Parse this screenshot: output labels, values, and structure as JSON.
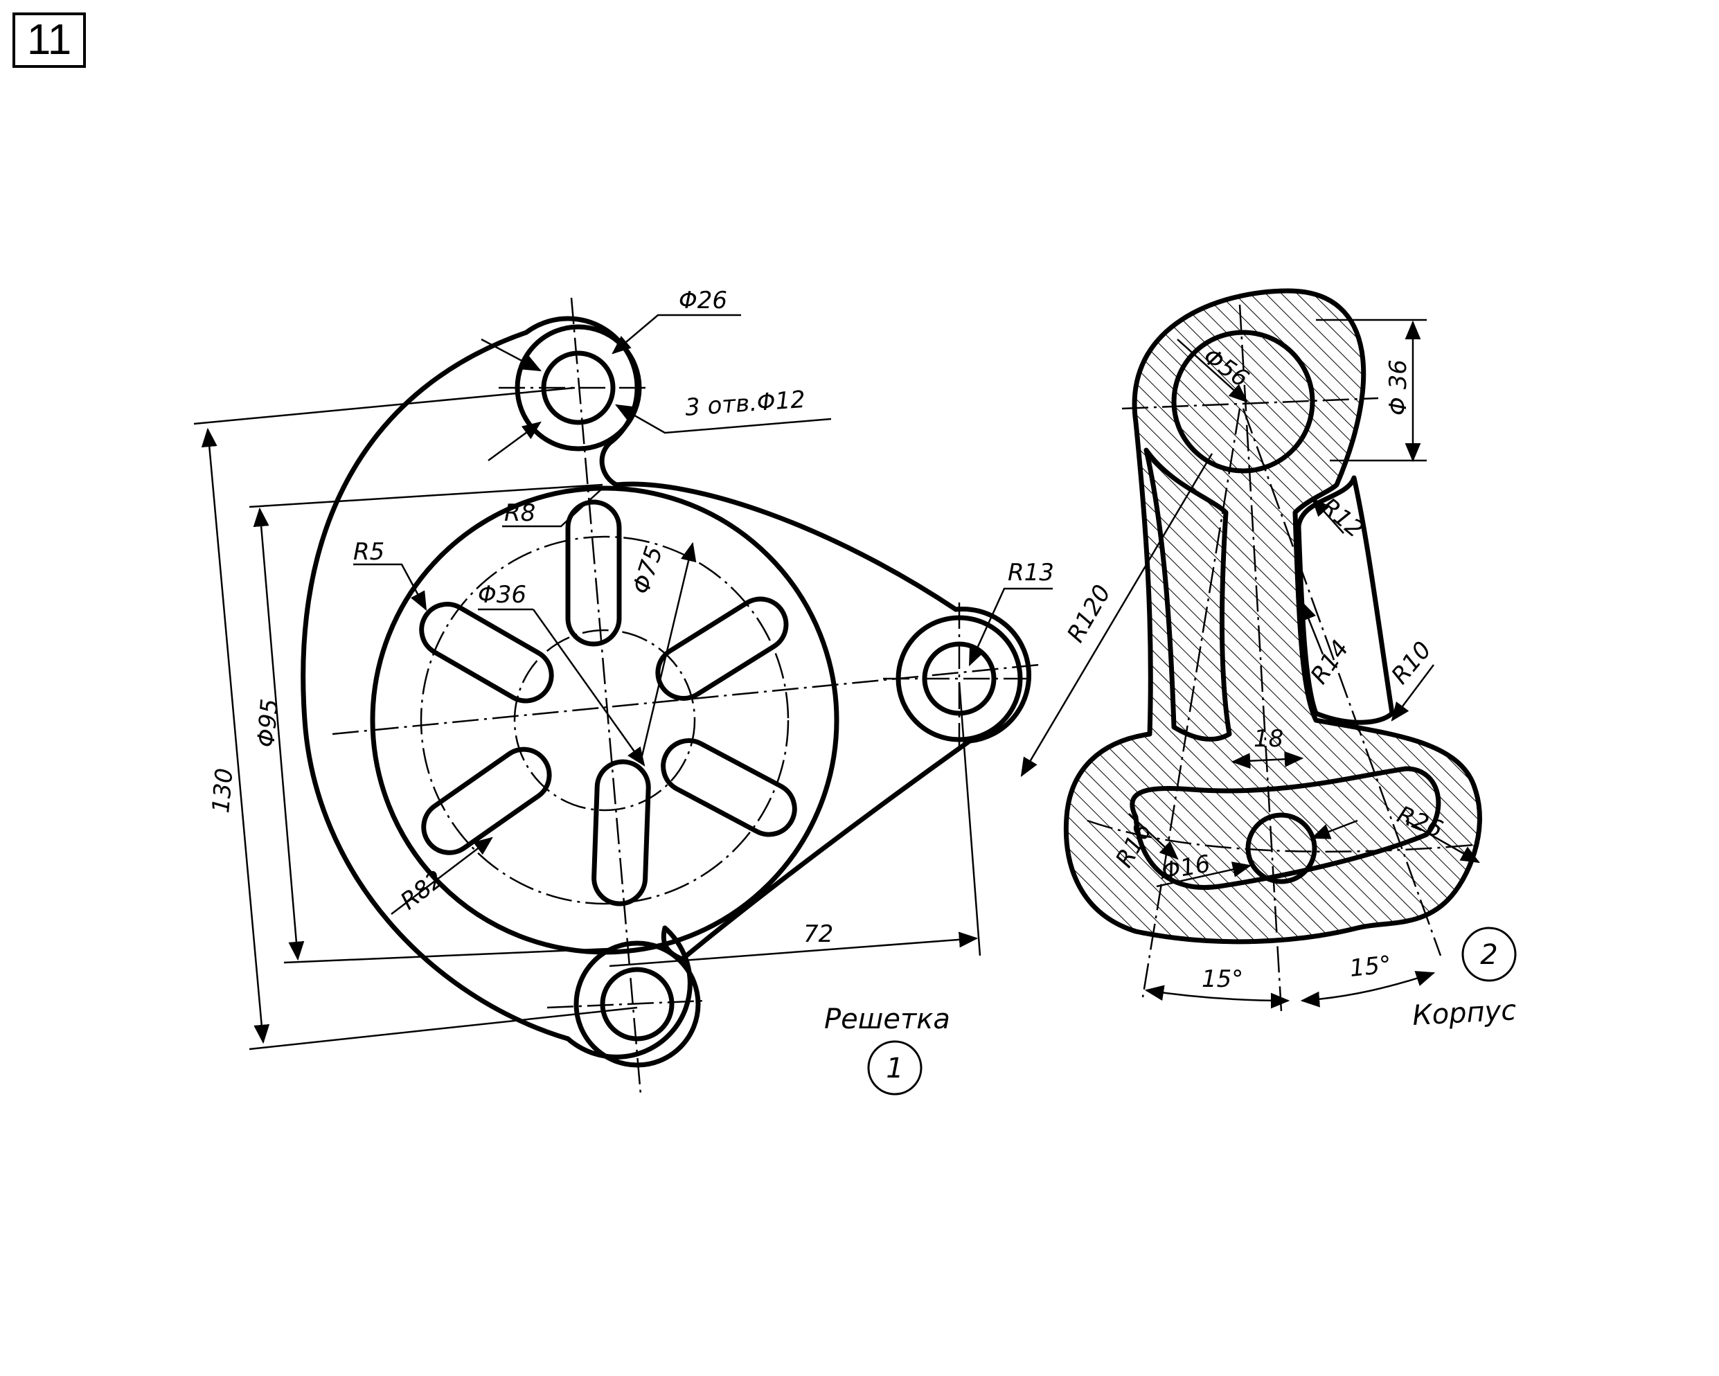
{
  "sheet": {
    "number": "11"
  },
  "part1": {
    "name": "Решетка",
    "index": "1",
    "dims": {
      "d26": "Φ26",
      "holes": "3 отв.Φ12",
      "r8": "R8",
      "r5": "R5",
      "d36": "Φ36",
      "d75": "Φ75",
      "d95": "Φ95",
      "h130": "130",
      "r13": "R13",
      "r82": "R82",
      "l72": "72"
    }
  },
  "part2": {
    "name": "Корпус",
    "index": "2",
    "dims": {
      "d56": "Φ56",
      "d36": "Φ 36",
      "r12": "R12",
      "r120": "R120",
      "r14": "R14",
      "r10": "R10",
      "w18": "18",
      "r26": "R26",
      "r16": "R16",
      "d16": "Φ16",
      "a15l": "15°",
      "a15r": "15°"
    }
  },
  "colors": {
    "ink": "#000000",
    "paper": "#ffffff"
  }
}
